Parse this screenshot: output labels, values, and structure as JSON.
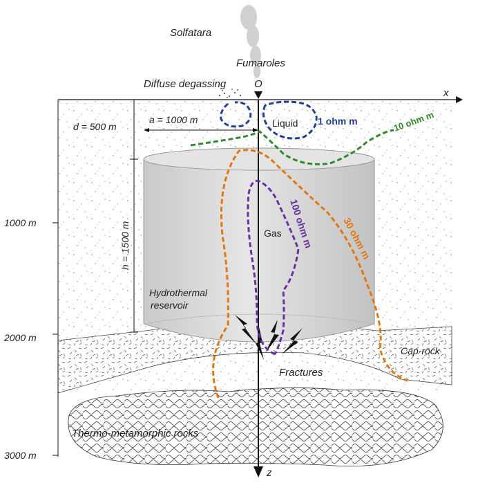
{
  "labels": {
    "solfatara": "Solfatara",
    "fumaroles": "Fumaroles",
    "diffuse_degassing": "Diffuse degassing",
    "origin": "O",
    "x_axis": "x",
    "z_axis": "z",
    "depth_d": "d = 500 m",
    "radius_a": "a = 1000 m",
    "height_h": "h = 1500 m",
    "liquid": "Liquid",
    "gas": "Gas",
    "reservoir_line1": "Hydrothermal",
    "reservoir_line2": "reservoir",
    "cap_rock": "Cap-rock",
    "fractures": "Fractures",
    "thermo_rocks": "Thermo-metamorphic rocks"
  },
  "depth_ticks": [
    "1000 m",
    "2000 m",
    "3000 m"
  ],
  "contours": [
    {
      "label": "1 ohm m",
      "color": "#1f3f99"
    },
    {
      "label": "10 ohm m",
      "color": "#2e8b2e"
    },
    {
      "label": "30 ohm m",
      "color": "#e0780f"
    },
    {
      "label": "100 ohm m",
      "color": "#6a2fa0"
    }
  ],
  "colors": {
    "one_ohm": "#1f3f99",
    "ten_ohm": "#2e8b2e",
    "thirty_ohm": "#e0780f",
    "hundred_ohm": "#6a2fa0",
    "reservoir": "#d9d9d9",
    "axis": "#111111"
  }
}
